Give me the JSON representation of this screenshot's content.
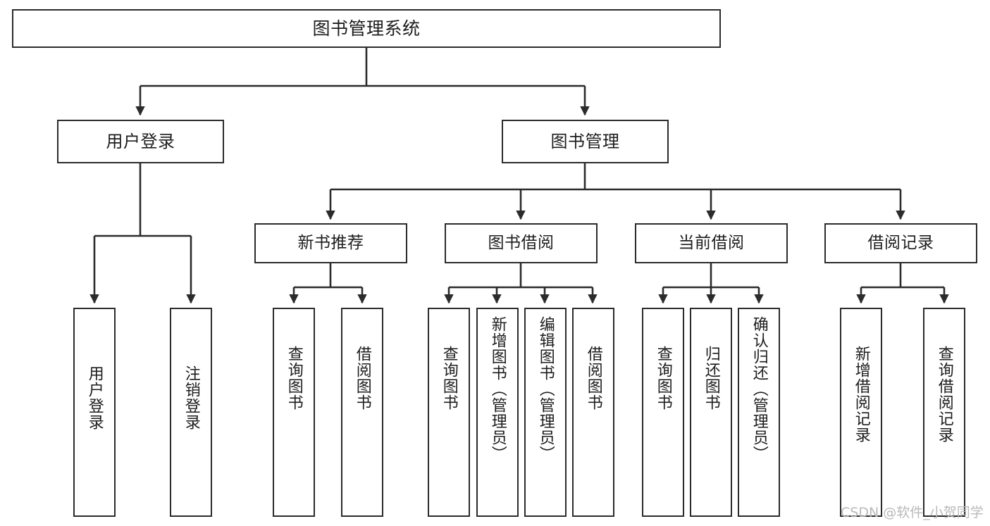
{
  "diagram": {
    "title": "图书管理系统",
    "type": "tree",
    "watermark": "CSDN @软件_小贺同学",
    "colors": {
      "box_border": "#2b2b2b",
      "box_fill": "#ffffff",
      "edge": "#2b2b2b",
      "text": "#1d1d1d",
      "watermark": "#b9b9b9",
      "background": "#ffffff"
    },
    "levels": {
      "root": {
        "label": "图书管理系统"
      },
      "level2": [
        {
          "label": "用户登录"
        },
        {
          "label": "图书管理"
        }
      ],
      "level3": [
        {
          "label": "新书推荐"
        },
        {
          "label": "图书借阅"
        },
        {
          "label": "当前借阅"
        },
        {
          "label": "借阅记录"
        }
      ],
      "leaves": {
        "user_login": [
          {
            "label": "用户登录"
          },
          {
            "label": "注销登录"
          }
        ],
        "new_book_recommend": [
          {
            "label": "查询图书"
          },
          {
            "label": "借阅图书"
          }
        ],
        "book_borrow": [
          {
            "label": "查询图书"
          },
          {
            "label": "新增图书（管理员）"
          },
          {
            "label": "编辑图书（管理员）"
          },
          {
            "label": "借阅图书"
          }
        ],
        "current_borrow": [
          {
            "label": "查询图书"
          },
          {
            "label": "归还图书"
          },
          {
            "label": "确认归还（管理员）"
          }
        ],
        "borrow_record": [
          {
            "label": "新增借阅记录"
          },
          {
            "label": "查询借阅记录"
          }
        ]
      }
    }
  }
}
